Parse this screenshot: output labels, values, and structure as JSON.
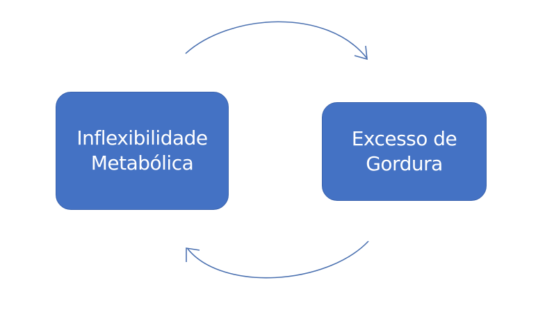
{
  "diagram": {
    "nodes": [
      {
        "id": "left",
        "label": "Inflexibilidade\nMetabólica"
      },
      {
        "id": "right",
        "label": "Excesso de\nGordura"
      }
    ],
    "edges": [
      {
        "from": "left",
        "to": "right",
        "shape": "arc-top"
      },
      {
        "from": "right",
        "to": "left",
        "shape": "arc-bottom"
      }
    ],
    "colors": {
      "node_fill": "#4472c4",
      "node_text": "#ffffff",
      "arrow": "#4a70b0",
      "background": "#ffffff"
    }
  }
}
